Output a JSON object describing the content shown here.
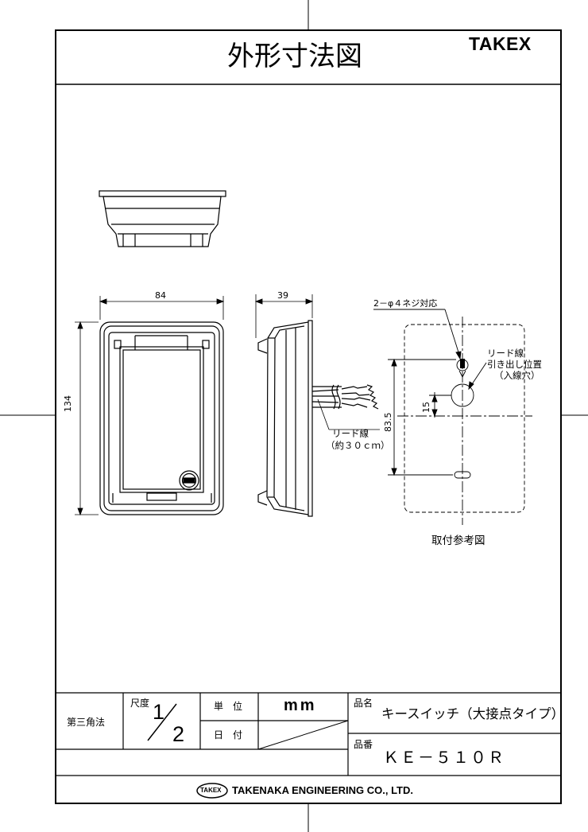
{
  "header": {
    "title": "外形寸法図",
    "brand": "TAKEX"
  },
  "drawing": {
    "dims": {
      "width": "84",
      "depth": "39",
      "height": "134",
      "hole_pitch": "83.5",
      "hole_offset": "15"
    },
    "callouts": {
      "screw": "2－φ４ネジ対応",
      "lead_hole_1": "リード線",
      "lead_hole_2": "引き出し位置",
      "lead_hole_3": "（入線穴）",
      "lead_1": "リード線",
      "lead_2": "（約３０ｃｍ）"
    },
    "mount_caption": "取付参考図"
  },
  "title_block": {
    "projection": "第三角法",
    "scale_label": "尺度",
    "scale_num": "1",
    "scale_den": "2",
    "unit_label": "単　位",
    "unit_value": "mm",
    "date_label": "日　付",
    "product_name_label": "品名",
    "product_name": "キースイッチ（大接点タイプ）",
    "part_no_label": "品番",
    "part_no": "ＫＥ－５１０Ｒ",
    "company_logo": "TAKEX",
    "company": "TAKENAKA ENGINEERING CO., LTD."
  }
}
